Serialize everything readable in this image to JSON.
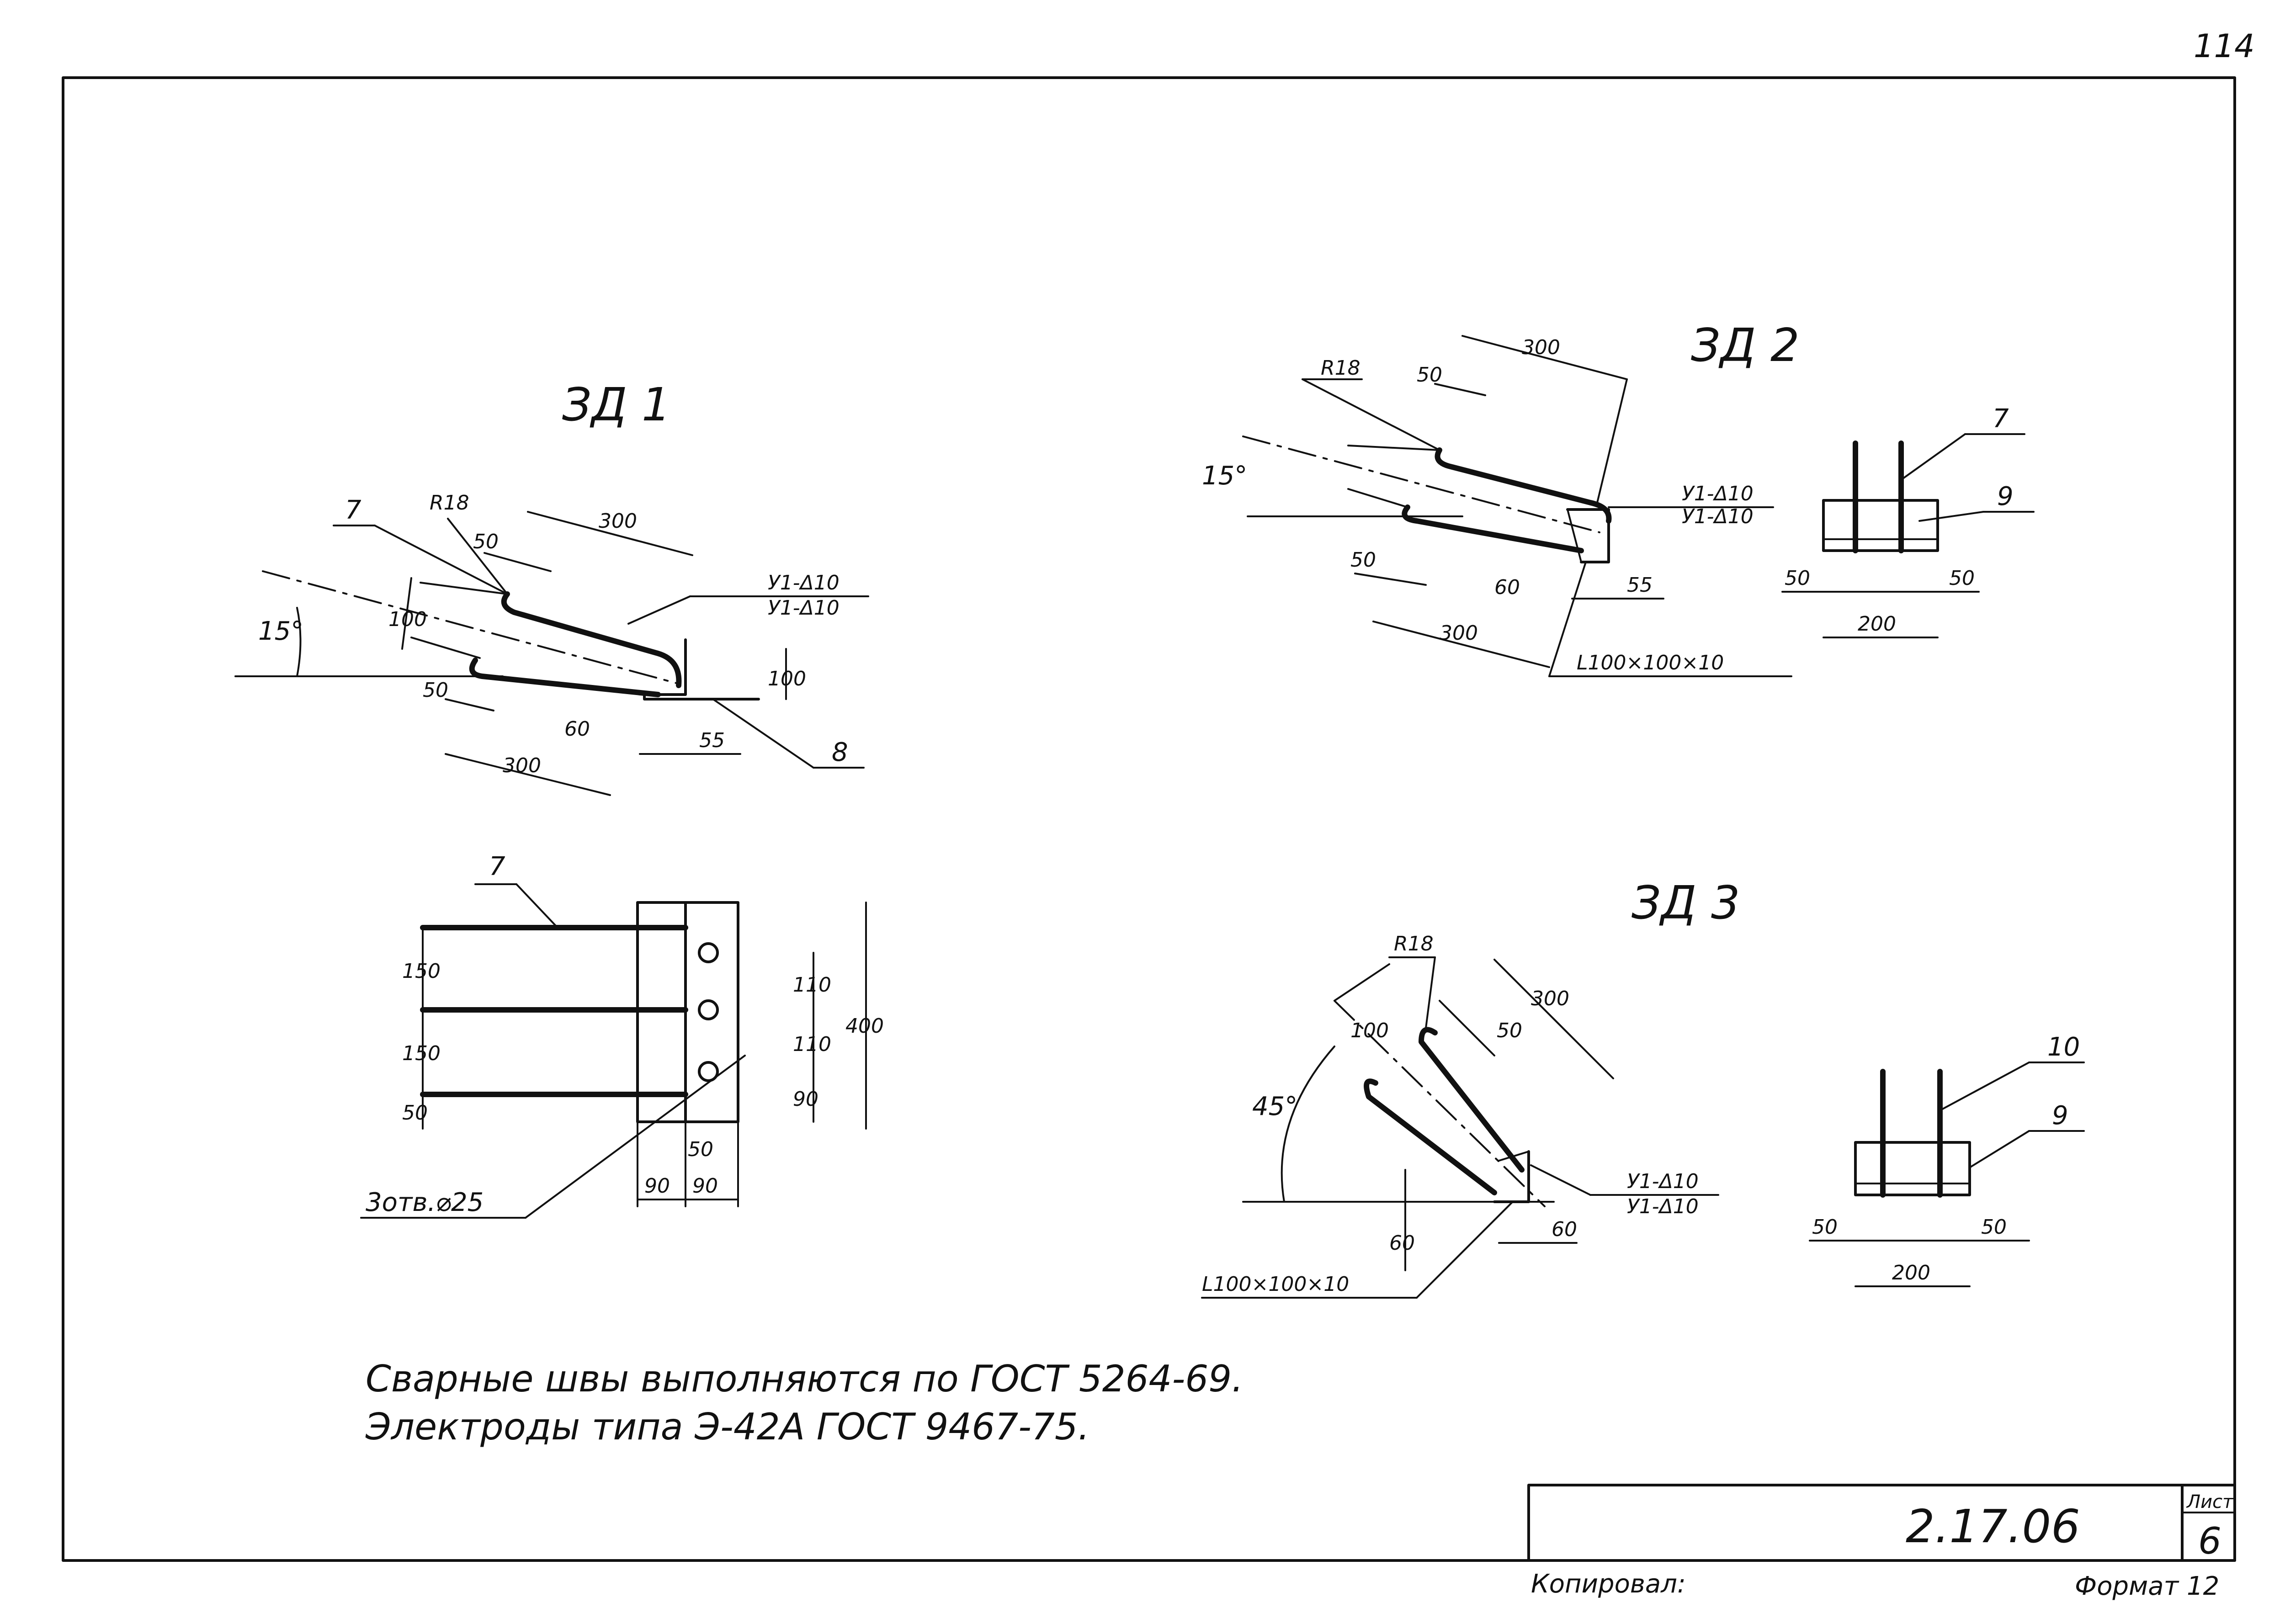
{
  "sheet": {
    "page_number": "114",
    "drawing_code": "2.17.06",
    "sheet_label": "Лист",
    "sheet_number": "6",
    "copied_by": "Копировал:",
    "format": "Формат 12"
  },
  "notes": [
    "Сварные швы выполняются по ГОСТ 5264-69.",
    "Электроды типа Э-42А ГОСТ 9467-75."
  ],
  "detail_1": {
    "title": "ЗД 1",
    "angle": "15°",
    "radius": "R18",
    "weld_top": "У1-Δ10",
    "weld_bottom": "У1-Δ10",
    "dims": [
      "300",
      "50",
      "100",
      "50",
      "60",
      "300",
      "55",
      "100"
    ],
    "callouts": [
      "7",
      "8"
    ],
    "plan": {
      "callout": "7",
      "dims_left": [
        "150",
        "150",
        "50"
      ],
      "dims_right": [
        "110",
        "110",
        "90"
      ],
      "dim_total": "400",
      "dims_bottom": [
        "90",
        "50",
        "90"
      ],
      "holes": "3отв.⌀25"
    }
  },
  "detail_2": {
    "title": "ЗД 2",
    "angle": "15°",
    "radius": "R18",
    "weld_top": "У1-Δ10",
    "weld_bottom": "У1-Δ10",
    "angle_profile": "L100×100×10",
    "dims": [
      "300",
      "50",
      "50",
      "60",
      "300",
      "55"
    ],
    "side": {
      "callouts": [
        "7",
        "9"
      ],
      "dims": [
        "50",
        "50",
        "200"
      ]
    }
  },
  "detail_3": {
    "title": "ЗД 3",
    "angle": "45°",
    "radius": "R18",
    "weld_top": "У1-Δ10",
    "weld_bottom": "У1-Δ10",
    "angle_profile": "L100×100×10",
    "dims": [
      "300",
      "100",
      "50",
      "60",
      "60"
    ],
    "side": {
      "callouts": [
        "10",
        "9"
      ],
      "dims": [
        "50",
        "50",
        "200"
      ]
    }
  }
}
